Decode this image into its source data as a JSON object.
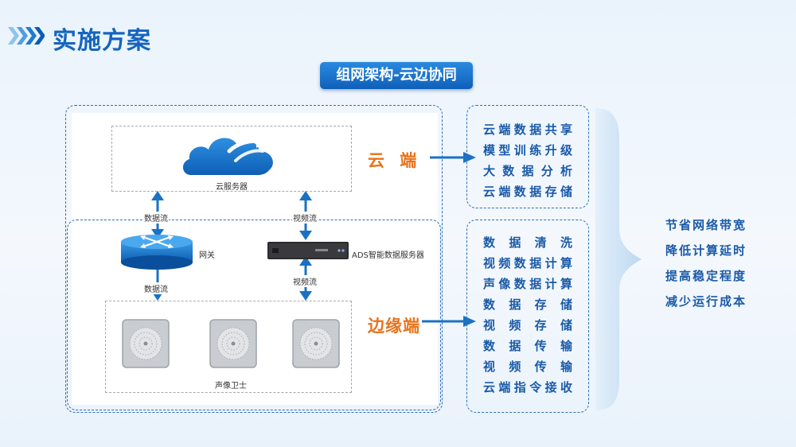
{
  "header": {
    "title": "实施方案"
  },
  "subtitle": "组网架构-云边协同",
  "diagram": {
    "cloud_server_label": "云服务器",
    "gateway_label": "网关",
    "ads_label": "ADS智能数据服务器",
    "device_label": "声像卫士",
    "flow_left_top": "数据流",
    "flow_right_top": "视频流",
    "flow_left_bottom": "数据流",
    "flow_right_bottom": "视频流",
    "cloud_side_label": "云 端",
    "edge_side_label": "边缘端"
  },
  "cloud_features": [
    "云端数据共享",
    "模型训练升级",
    "大数据分析",
    "云端数据存储"
  ],
  "edge_features": [
    "数据清洗",
    "视频数据计算",
    "声像数据计算",
    "数据存储",
    "视频存储",
    "数据传输",
    "视频传输",
    "云端指令接收"
  ],
  "benefits": [
    "节省网络带宽",
    "降低计算延时",
    "提高稳定程度",
    "减少运行成本"
  ],
  "colors": {
    "brand_blue": "#1565c0",
    "accent_orange": "#e8731a",
    "arrow_blue": "#1a72c4"
  }
}
